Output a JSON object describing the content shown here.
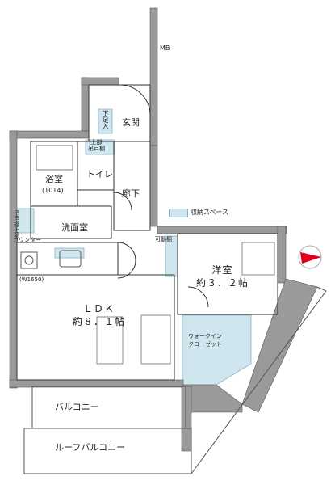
{
  "labels": {
    "mb": "MB",
    "shoe_storage": "下足入",
    "entrance": "玄関",
    "upper_cabinet": "上部\n吊戸棚",
    "bathroom": "浴室",
    "bath_size": "(1014)",
    "toilet": "トイレ",
    "hallway": "廊下",
    "wall_cabinet": "吊戸棚上部",
    "washroom": "洗面室",
    "counter": "カウンター",
    "movable_shelf": "可動棚",
    "kitchen_width": "(W1650)",
    "western_room": "洋室\n約３．２帖",
    "ldk": "ＬＤＫ\n約８．１帖",
    "walkin_closet": "ウォークイン\nクローゼット",
    "balcony": "バルコニー",
    "roof_balcony": "ルーフバルコニー"
  },
  "legend": {
    "storage_label": "収納スペース",
    "storage_color": "#cfe6ef"
  },
  "colors": {
    "wall": "#9a9a9a",
    "wall_dark": "#6f6f6f",
    "storage": "#cfe6ef",
    "line": "#333333",
    "compass": "#e0001b"
  }
}
